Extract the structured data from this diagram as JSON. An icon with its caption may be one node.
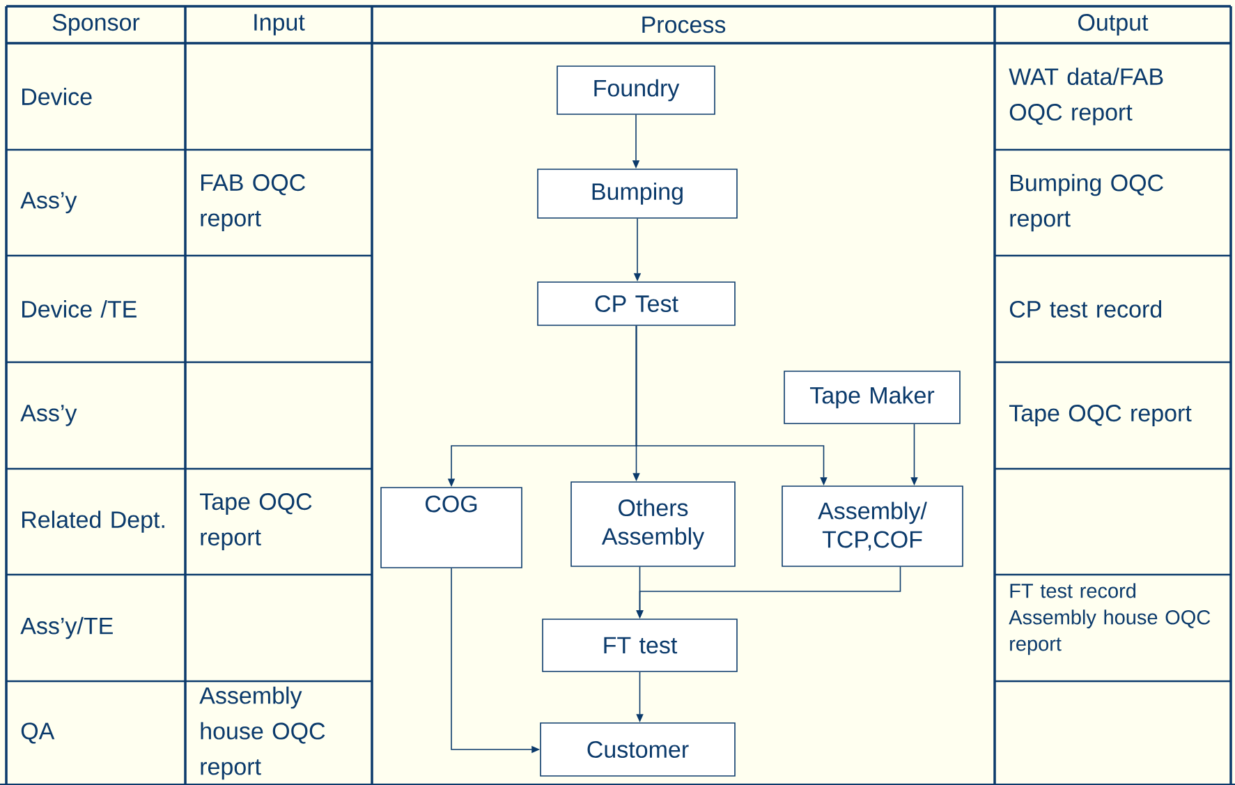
{
  "diagram": {
    "nodes": [
      {
        "text": [
          "Foundry"
        ]
      },
      {
        "text": [
          "Bumping"
        ]
      },
      {
        "text": [
          "CP Test"
        ]
      },
      {
        "text": [
          "Tape Maker"
        ]
      },
      {
        "text": [
          "COG"
        ]
      },
      {
        "text": [
          "Others Assembly"
        ]
      },
      {
        "text": [
          "Assembly/ TCP,COF"
        ]
      },
      {
        "text": [
          "FT test"
        ]
      },
      {
        "text": [
          "Customer"
        ]
      }
    ],
    "edges": [
      {
        "from": 0,
        "to": 1,
        "arrow": "to"
      },
      {
        "from": 1,
        "to": 2,
        "arrow": "to"
      },
      {
        "from": 2,
        "to": 4,
        "arrow": "to"
      },
      {
        "from": 2,
        "to": 5,
        "arrow": "to"
      },
      {
        "from": 2,
        "to": 6,
        "arrow": "to"
      },
      {
        "from": 3,
        "to": 6,
        "arrow": "to"
      },
      {
        "from": 5,
        "to": 7,
        "arrow": "to"
      },
      {
        "from": 6,
        "to": 7,
        "arrow": "to"
      },
      {
        "from": 7,
        "to": 8,
        "arrow": "to"
      },
      {
        "from": 4,
        "to": 8,
        "arrow": "to"
      }
    ],
    "labels": [
      "Sponsor",
      "Input",
      "Process",
      "Output",
      "Device",
      "WAT data/FAB OQC report",
      "Ass’y",
      "FAB OQC report",
      "Bumping OQC report",
      "Device /TE",
      "CP test record",
      "Ass’y",
      "Tape OQC report",
      "Related Dept.",
      "Tape OQC report",
      "Ass’y/TE",
      "FT test record",
      "Assembly house OQC report",
      "QA",
      "Assembly house OQC report"
    ]
  }
}
